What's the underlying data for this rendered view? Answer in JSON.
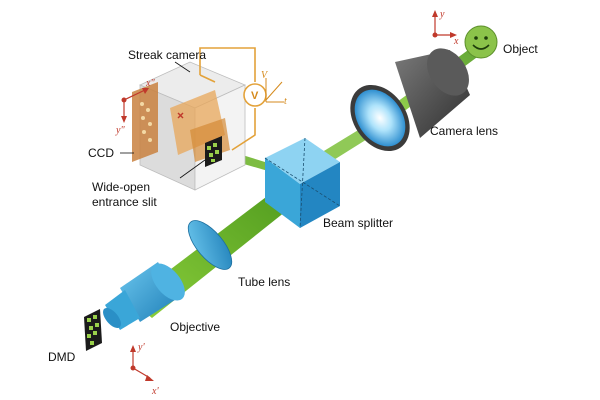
{
  "labels": {
    "streak_camera": "Streak camera",
    "ccd": "CCD",
    "slit_line1": "Wide-open",
    "slit_line2": "entrance slit",
    "object": "Object",
    "camera_lens": "Camera lens",
    "beam_splitter": "Beam splitter",
    "tube_lens": "Tube lens",
    "objective": "Objective",
    "dmd": "DMD",
    "voltage": "V"
  },
  "axes": {
    "object": {
      "x": "x",
      "y": "y"
    },
    "ccd": {
      "x": "x\"",
      "y": "y\""
    },
    "dmd": {
      "x": "x'",
      "y": "y'"
    },
    "voltage": {
      "v": "V",
      "t": "t"
    }
  },
  "colors": {
    "beam": "#6fb52e",
    "optics_blue": "#3aa6d8",
    "lens_dark": "#4a4a4a",
    "circuit": "#e3a23a",
    "axis_red": "#c0392b",
    "object_face": "#8bc34a"
  }
}
